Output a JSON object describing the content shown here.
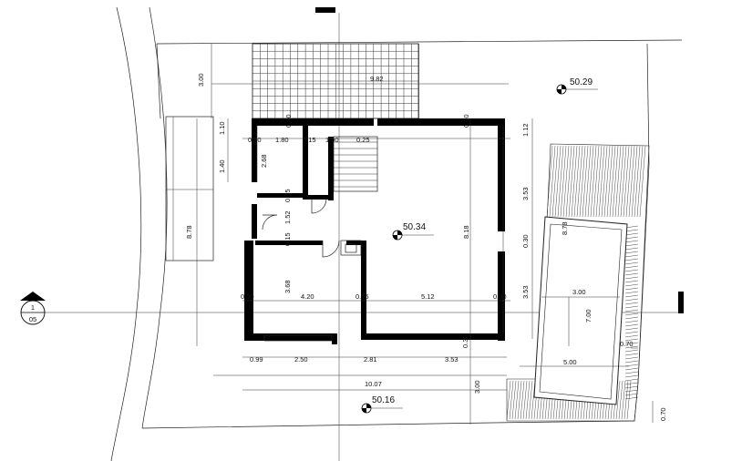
{
  "levels": {
    "terrace_top": "50.29",
    "floor": "50.34",
    "garden": "50.16"
  },
  "section_marker": {
    "number": "1",
    "sheet": "05"
  },
  "dimensions": {
    "d300_top": "3.00",
    "d982": "9.82",
    "d110": "1.10",
    "d140": "1.40",
    "d878_left": "8.78",
    "d030_a": "0.30",
    "d180": "1.80",
    "d015_a": "0.15",
    "d190": "1.90",
    "d025": "0.25",
    "d030_b": "0.30",
    "d268": "2.68",
    "d015_b": "0.15",
    "d152": "1.52",
    "d015_c": "0.15",
    "d368": "3.68",
    "d030_c": "0.30",
    "d420": "4.20",
    "d015_d": "0.15",
    "d512": "5.12",
    "d030_d": "0.30",
    "d818": "8.18",
    "d112": "1.12",
    "d353_a": "3.53",
    "d030_e": "0.30",
    "d353_b": "3.53",
    "d030_f": "0.30",
    "d099": "0.99",
    "d250": "2.50",
    "d281": "2.81",
    "d353_c": "3.53",
    "d1007": "10.07",
    "d300_b": "3.00",
    "d878_pool": "8.78",
    "d300_pool": "3.00",
    "d700": "7.00",
    "d070_a": "0.70",
    "d500": "5.00",
    "d070_b": "0.70",
    "d030_g": "0.30"
  }
}
